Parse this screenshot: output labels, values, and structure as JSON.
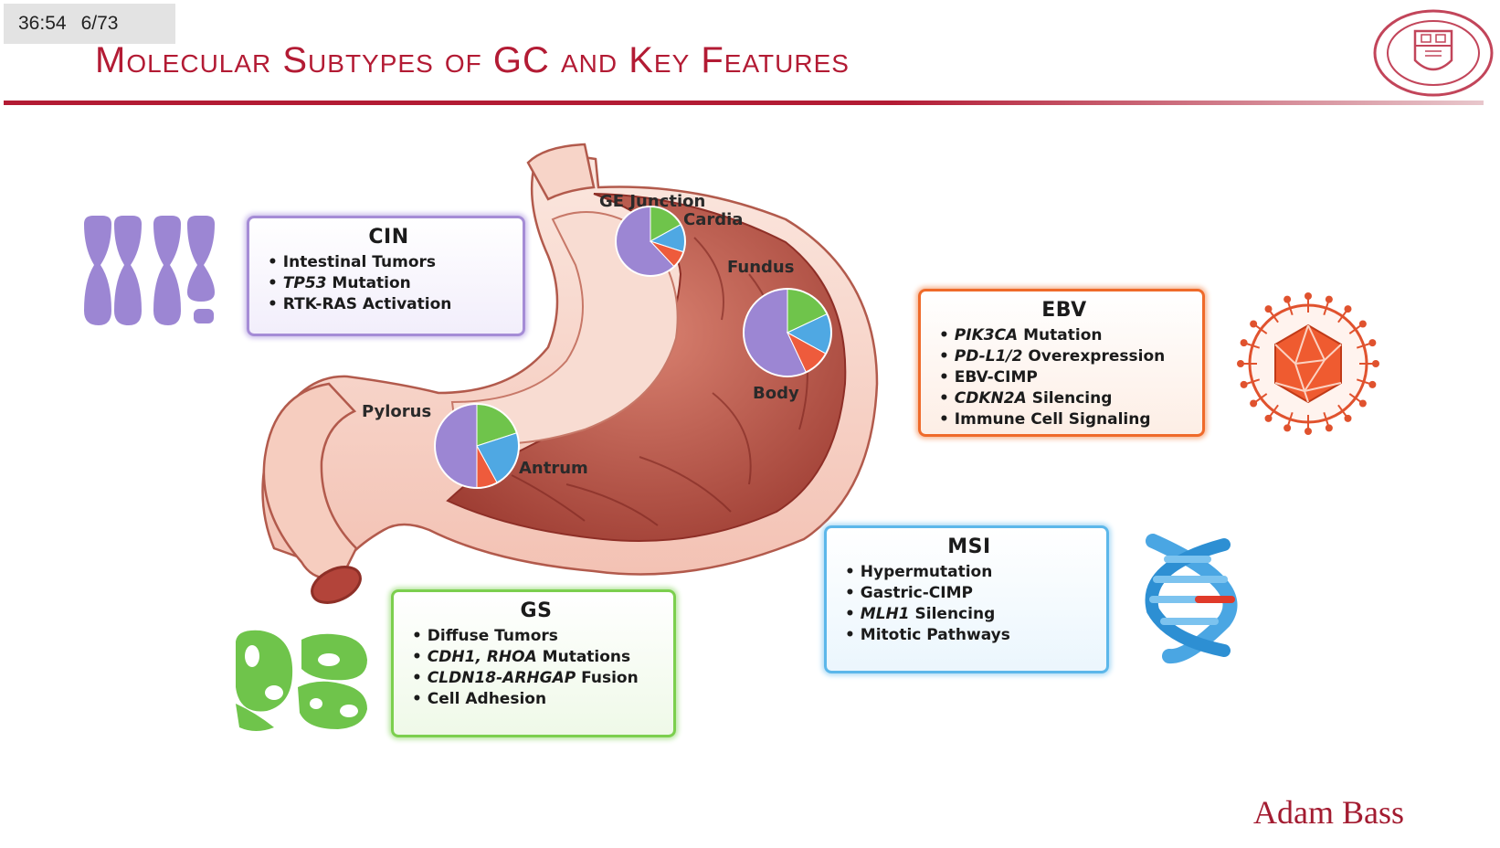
{
  "overlay": {
    "time": "36:54",
    "slide": "6/73"
  },
  "title": "Molecular Subtypes of GC and Key Features",
  "regions": [
    "GE Junction",
    "Cardia",
    "Fundus",
    "Body",
    "Pylorus",
    "Antrum"
  ],
  "boxes": {
    "cin": {
      "title": "CIN",
      "items": [
        [
          "",
          "Intestinal Tumors"
        ],
        [
          "TP53",
          " Mutation"
        ],
        [
          "",
          "RTK-RAS Activation"
        ]
      ]
    },
    "ebv": {
      "title": "EBV",
      "items": [
        [
          "PIK3CA",
          " Mutation"
        ],
        [
          "PD-L1/2",
          " Overexpression"
        ],
        [
          "",
          "EBV-CIMP"
        ],
        [
          "CDKN2A",
          " Silencing"
        ],
        [
          "",
          "Immune Cell Signaling"
        ]
      ]
    },
    "msi": {
      "title": "MSI",
      "items": [
        [
          "",
          "Hypermutation"
        ],
        [
          "",
          "Gastric-CIMP"
        ],
        [
          "MLH1",
          " Silencing"
        ],
        [
          "",
          "Mitotic Pathways"
        ]
      ]
    },
    "gs": {
      "title": "GS",
      "items": [
        [
          "",
          "Diffuse Tumors"
        ],
        [
          "CDH1, RHOA",
          " Mutations"
        ],
        [
          "CLDN18-ARHGAP",
          " Fusion"
        ],
        [
          "",
          "Cell Adhesion"
        ]
      ]
    }
  },
  "pie_colors": {
    "cin": "#9c86d3",
    "gs": "#6fc44b",
    "msi": "#4fa8e3",
    "ebv": "#ee5b3c"
  },
  "pies": [
    {
      "cin": 0.62,
      "gs": 0.17,
      "msi": 0.13,
      "ebv": 0.08
    },
    {
      "cin": 0.57,
      "gs": 0.18,
      "msi": 0.15,
      "ebv": 0.1
    },
    {
      "cin": 0.5,
      "gs": 0.2,
      "msi": 0.22,
      "ebv": 0.08
    }
  ],
  "icons": {
    "cin": "chromosome-icon",
    "ebv": "virus-icon",
    "msi": "dna-helix-icon",
    "gs": "cells-icon",
    "seal": "university-seal-icon"
  },
  "author": "Adam Bass"
}
